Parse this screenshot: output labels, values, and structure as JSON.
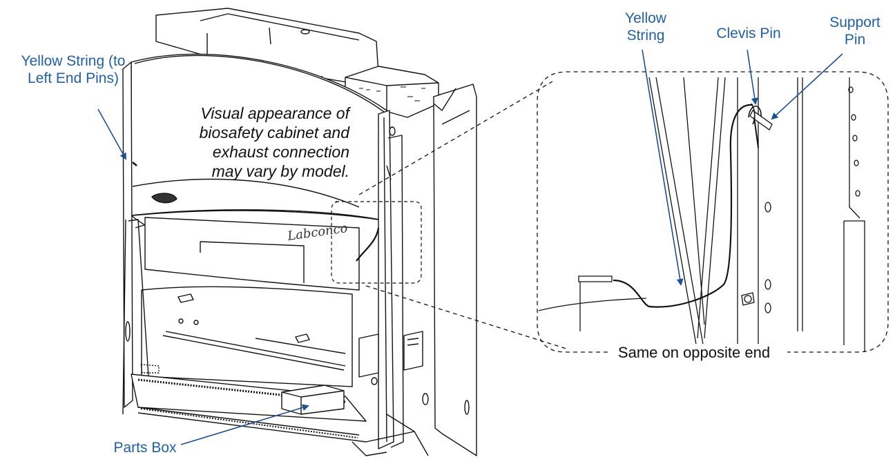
{
  "labels": {
    "yellow_string_left": [
      "Yellow String (to",
      "Left End Pins)"
    ],
    "yellow_string": [
      "Yellow",
      "String"
    ],
    "clevis_pin": "Clevis Pin",
    "support_pin": [
      "Support",
      "Pin"
    ],
    "parts_box": "Parts Box"
  },
  "note": [
    "Visual appearance of",
    "biosafety cabinet and",
    "exhaust connection",
    "may vary by model."
  ],
  "caption": "Same on opposite end",
  "cabinet_logo": "Labconco",
  "colors": {
    "callout": "#1f5fa6",
    "arrow": "#1b4f96",
    "line": "#111111"
  }
}
